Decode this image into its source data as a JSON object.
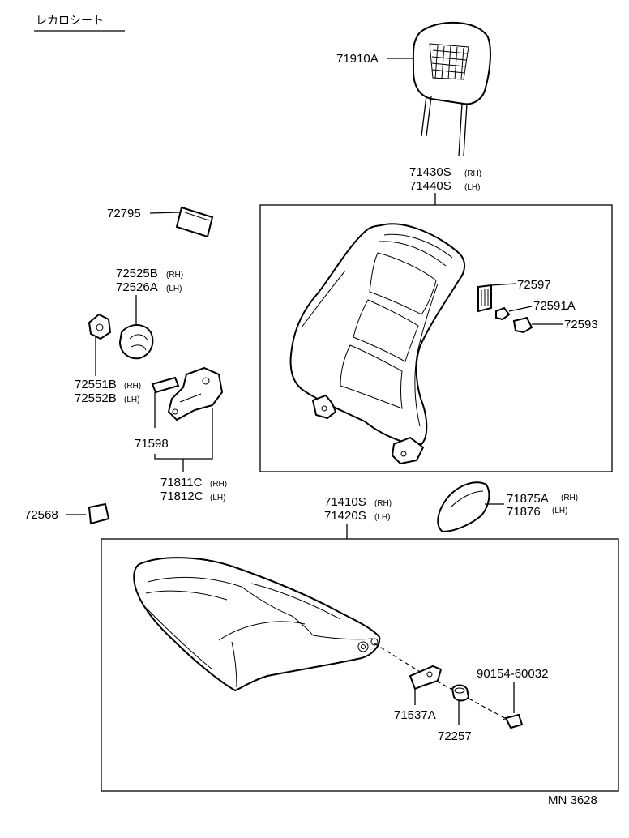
{
  "title": "レカロシート",
  "diagram_id": "MN 3628",
  "parts": {
    "headrest": "71910A",
    "seatback_rh": "71430S",
    "seatback_lh": "71440S",
    "p72795": "72795",
    "p72525b": "72525B",
    "p72526a": "72526A",
    "p72551b": "72551B",
    "p72552b": "72552B",
    "p71598": "71598",
    "p71811c": "71811C",
    "p71812c": "71812C",
    "p72568": "72568",
    "p72597": "72597",
    "p72591a": "72591A",
    "p72593": "72593",
    "p71875a": "71875A",
    "p71876": "71876",
    "cushion_rh": "71410S",
    "cushion_lh": "71420S",
    "p71537a": "71537A",
    "p72257": "72257",
    "bolt": "90154-60032"
  },
  "side": {
    "rh": "(RH)",
    "lh": "(LH)"
  }
}
